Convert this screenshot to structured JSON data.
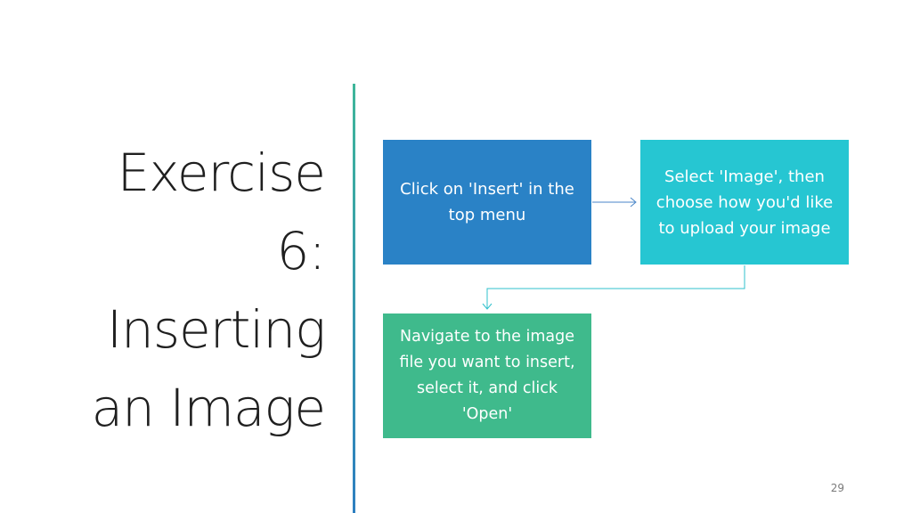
{
  "slide": {
    "title_lines": [
      "Exercise",
      "6:",
      "Inserting",
      "an Image"
    ],
    "page_number": "29"
  },
  "flow": {
    "steps": [
      {
        "text": "Click on 'Insert' in the top menu",
        "color": "#2a82c6"
      },
      {
        "text": "Select 'Image', then choose how you'd like to upload your image",
        "color": "#26c6d2"
      },
      {
        "text": "Navigate to the image file you want to insert, select it, and click 'Open'",
        "color": "#3fba8c"
      }
    ],
    "connector_colors": {
      "step1_to_step2": "#4a86c8",
      "step2_to_step3": "#2fc0cc"
    }
  },
  "colors": {
    "divider_top": "#3fb69a",
    "divider_bottom": "#2e7fc0",
    "title_text": "#1f1f1f"
  }
}
